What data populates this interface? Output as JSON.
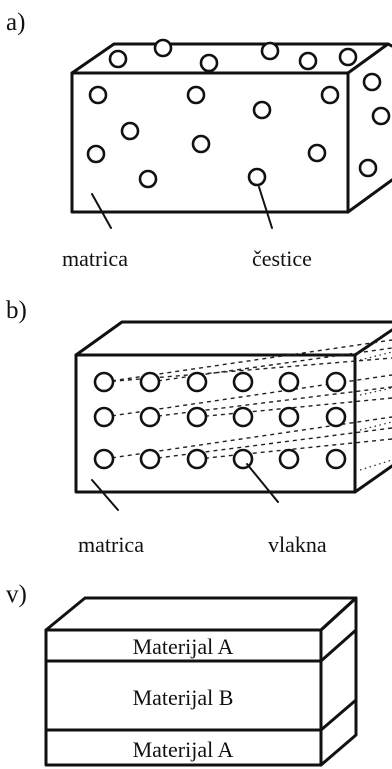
{
  "panels": [
    {
      "id": "a",
      "label": "a)",
      "callouts": [
        "matrica",
        "čestice"
      ]
    },
    {
      "id": "b",
      "label": "b)",
      "callouts": [
        "matrica",
        "vlakna"
      ]
    },
    {
      "id": "v",
      "label": "v)",
      "layers": [
        "Materijal A",
        "Materijal B",
        "Materijal A"
      ]
    }
  ]
}
